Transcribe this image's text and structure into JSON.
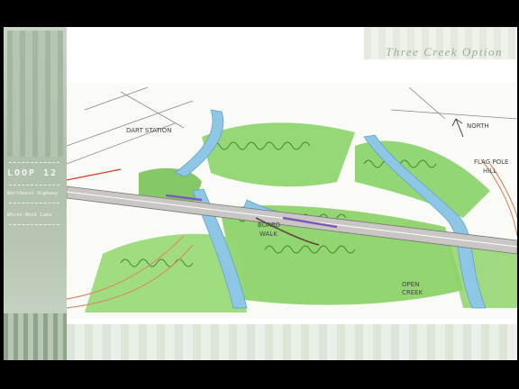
{
  "slide": {
    "title": "Three Creek Option"
  },
  "left_panel": {
    "title": "LOOP 12",
    "subtitle_1": "Northwest Highway",
    "subtitle_2": "White Rock Lake"
  },
  "sketch": {
    "labels": {
      "dart_station": "DART STATION",
      "north": "NORTH",
      "flag_pole": "FLAG POLE",
      "hill": "HILL",
      "board": "BOARD",
      "walk": "WALK",
      "open": "OPEN",
      "creek": "CREEK"
    },
    "colors": {
      "creek": "#8ec6e6",
      "grass": "#7fcf5e",
      "dark_green": "#3f8a2e",
      "highway": "#b9b6b4",
      "accent_red": "#d24a3a",
      "accent_purple": "#7c5bb8"
    }
  }
}
